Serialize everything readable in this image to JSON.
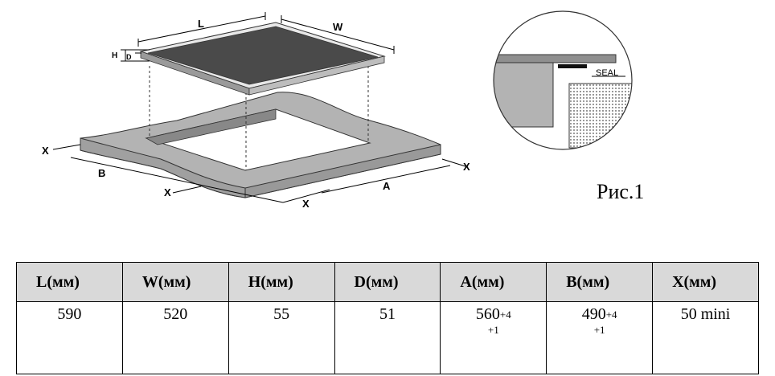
{
  "figure": {
    "labels": {
      "L": "L",
      "W": "W",
      "H": "H",
      "D": "D",
      "X_left": "X",
      "X_bottom_left": "X",
      "X_bottom_mid": "X",
      "X_right": "X",
      "B": "B",
      "A": "A"
    },
    "seal_label": "SEAL",
    "caption": "Рис.1"
  },
  "table": {
    "headers": [
      "L(мм)",
      "W(мм)",
      "H(мм)",
      "D(мм)",
      "A(мм)",
      "B(мм)",
      "X(мм)"
    ],
    "values": {
      "L": "590",
      "W": "520",
      "H": "55",
      "D": "51",
      "A_main": "560",
      "A_tol_upper": "+4",
      "A_tol_lower": "+1",
      "B_main": "490",
      "B_tol_upper": "+4",
      "B_tol_lower": "+1",
      "X": "50 mini"
    }
  },
  "colors": {
    "countertop": "#b3b3b3",
    "hob_glass": "#4a4a4a",
    "header_bg": "#d9d9d9"
  }
}
